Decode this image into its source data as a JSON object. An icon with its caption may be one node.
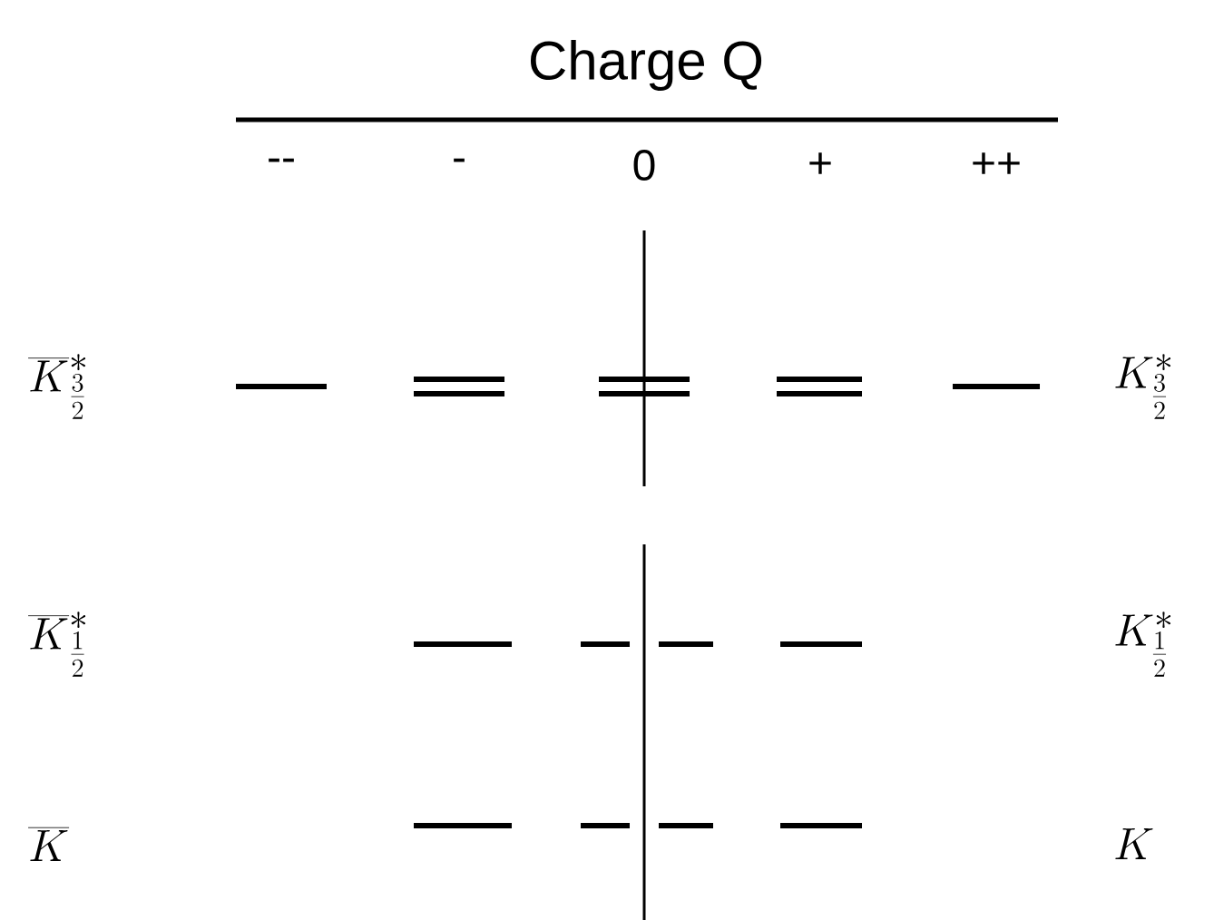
{
  "diagram": {
    "title": "Charge Q",
    "labels": [
      "--",
      "-",
      "0",
      "+",
      "++",
      "\\overline{K}^{*}_{\\frac{3}{2}}",
      "K^{*}_{\\frac{3}{2}}",
      "\\overline{K}^{*}_{\\frac{1}{2}}",
      "K^{*}_{\\frac{1}{2}}",
      "\\overline{K}",
      "K"
    ]
  }
}
